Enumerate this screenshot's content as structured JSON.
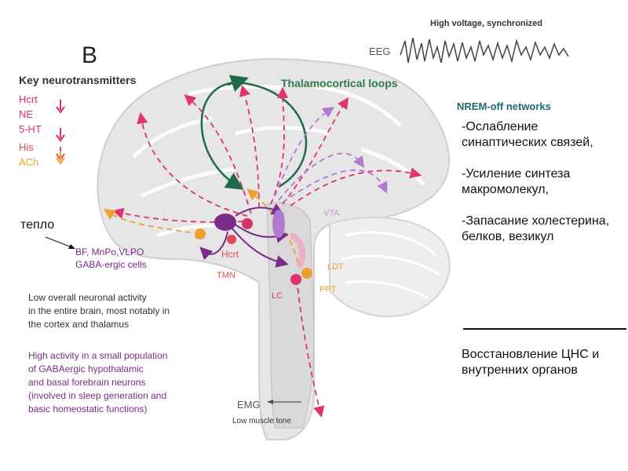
{
  "figure_label": "B",
  "key_neurotransmitters": {
    "title": "Key neurotransmitters",
    "items": [
      {
        "name": "Hcrt",
        "color": "#d6326b"
      },
      {
        "name": "NE",
        "color": "#e0336f"
      },
      {
        "name": "5-HT",
        "color": "#e0336f"
      },
      {
        "name": "His",
        "color": "#e04b55"
      },
      {
        "name": "ACh",
        "color": "#f0a030"
      }
    ]
  },
  "eeg": {
    "title": "High voltage, synchronized",
    "label": "EEG"
  },
  "thalamocortical": "Thalamocortical loops",
  "nrem": "NREM-off networks",
  "regions": {
    "bf": "BF",
    "vta": "VTA",
    "hcrt": "Hcrt",
    "tmn": "TMN",
    "ldt": "LDT",
    "lc": "LC",
    "ppt": "PPT"
  },
  "gaba_cells": [
    "BF, MnPo,VLPO",
    "GABA-ergic cells"
  ],
  "low_activity": [
    "Low overall neuronal activity",
    "in the entire brain, most notably in",
    "the cortex and thalamus"
  ],
  "high_activity": [
    "High activity in a small population",
    "of GABAergic hypothalamic",
    "and basal forebrain neurons",
    "(involved in sleep generation and",
    "basic homeostatic functions)"
  ],
  "emg": {
    "label": "EMG",
    "caption": "Low muscle tone"
  },
  "russian": {
    "points": [
      "-Ослабление синаптических связей,",
      "-Усиление синтеза макромолекул,",
      "-Запасание холестерина, белков, везикул"
    ],
    "conclusion": "Восстановление ЦНС и внутренних органов",
    "heat_label": "тепло"
  },
  "colors": {
    "pink": "#e0336f",
    "orange": "#f0a030",
    "purple": "#7a2c87",
    "green": "#2f7a4f",
    "lilac": "#b07ad0"
  }
}
